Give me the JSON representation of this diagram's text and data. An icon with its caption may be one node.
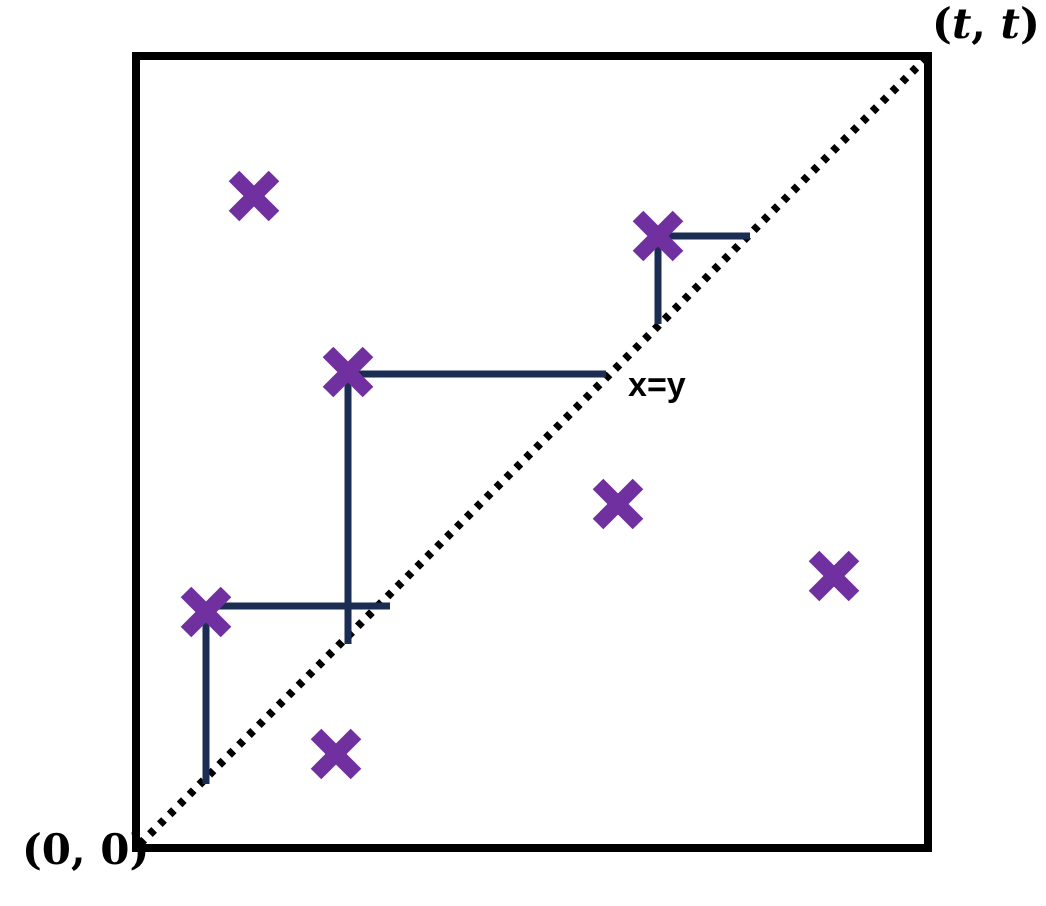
{
  "diagram": {
    "labels": [
      "(*t*, *t*)",
      "x=y",
      "(0, 0)"
    ]
  }
}
